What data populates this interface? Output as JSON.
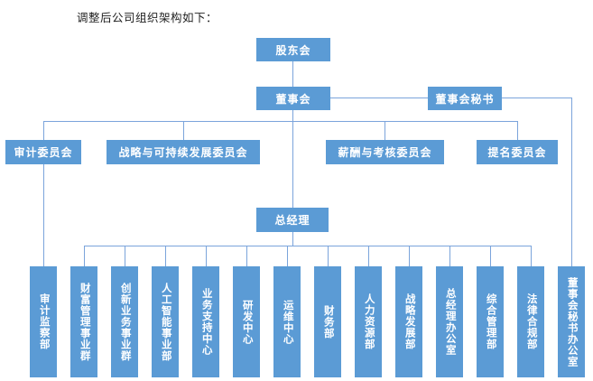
{
  "title": "调整后公司组织架构如下：",
  "colors": {
    "node_fill": "#5B9BD5",
    "node_text": "#FFFFFF",
    "connector": "#7BA4DB",
    "background": "#FFFFFF",
    "title_text": "#1F1F1F"
  },
  "org": {
    "shareholders": "股东会",
    "board": "董事会",
    "board_secretary": "董事会秘书",
    "committees": [
      "审计委员会",
      "战略与可持续发展委员会",
      "薪酬与考核委员会",
      "提名委员会"
    ],
    "general_manager": "总经理",
    "departments": [
      "审计监察部",
      "财富管理事业群",
      "创新业务事业群",
      "人工智能事业部",
      "业务支持中心",
      "研发中心",
      "运维中心",
      "财务部",
      "人力资源部",
      "战略发展部",
      "总经理办公室",
      "综合管理部",
      "法律合规部",
      "董事会秘书办公室"
    ]
  }
}
